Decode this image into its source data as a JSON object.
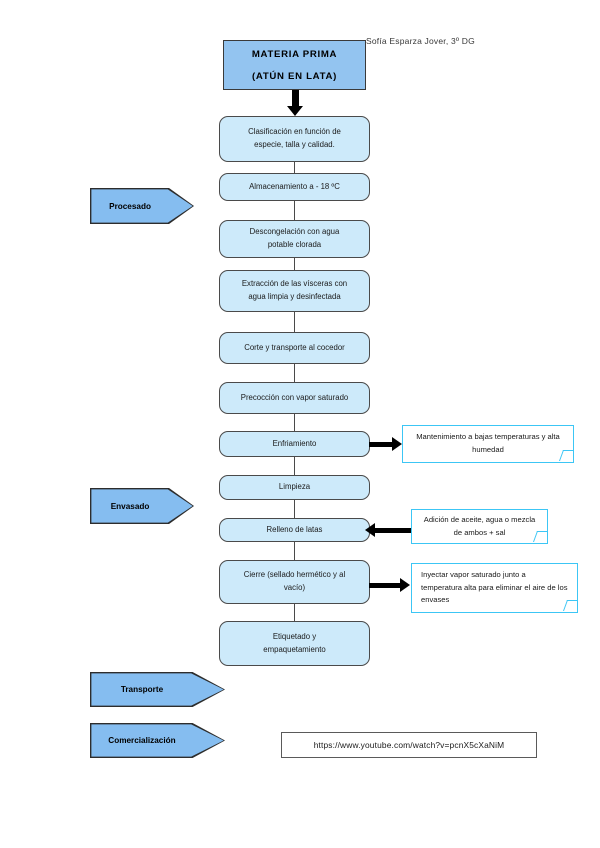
{
  "author": "Sofía Esparza Jover, 3º DG",
  "colors": {
    "header_fill": "#93c4f0",
    "process_fill": "#cdeafa",
    "chevron_fill": "#85bdf0",
    "note_border": "#3cc6f5",
    "outline": "#3a3a3a"
  },
  "header": {
    "line1": "MATERIA PRIMA",
    "line2": "(ATÚN EN LATA)"
  },
  "process_steps": [
    {
      "id": "clasificacion",
      "line1": "Clasificación en función de",
      "line2": "especie, talla y calidad."
    },
    {
      "id": "almacenamiento",
      "line1": "Almacenamiento a - 18 ºC",
      "line2": ""
    },
    {
      "id": "descongelacion",
      "line1": "Descongelación con agua",
      "line2": "potable clorada"
    },
    {
      "id": "extraccion",
      "line1": "Extracción de las vísceras con",
      "line2": "agua limpia y desinfectada"
    },
    {
      "id": "corte",
      "line1": "Corte y transporte al cocedor",
      "line2": ""
    },
    {
      "id": "precoccion",
      "line1": "Precocción con vapor saturado",
      "line2": ""
    },
    {
      "id": "enfriamiento",
      "line1": "Enfriamiento",
      "line2": ""
    },
    {
      "id": "limpieza",
      "line1": "Limpieza",
      "line2": ""
    },
    {
      "id": "relleno",
      "line1": "Relleno de latas",
      "line2": ""
    },
    {
      "id": "cierre",
      "line1": "Cierre (sellado hermético y al",
      "line2": "vacío)"
    },
    {
      "id": "etiquetado",
      "line1": "Etiquetado y",
      "line2": "empaquetamiento"
    }
  ],
  "notes": [
    {
      "id": "note-enfriamiento",
      "line1": "Mantenimiento a bajas",
      "line2": "temperaturas y alta humedad",
      "line3": "",
      "arrow_direction": "right"
    },
    {
      "id": "note-relleno",
      "line1": "Adición de aceite, agua o",
      "line2": "mezcla de ambos + sal",
      "line3": "",
      "arrow_direction": "left"
    },
    {
      "id": "note-cierre",
      "line1": "Inyectar vapor saturado junto",
      "line2": "a temperatura alta para",
      "line3": "eliminar el aire de los envases",
      "arrow_direction": "right"
    }
  ],
  "stage_labels": [
    {
      "id": "procesado",
      "label": "Procesado"
    },
    {
      "id": "envasado",
      "label": "Envasado"
    },
    {
      "id": "transporte",
      "label": "Transporte"
    },
    {
      "id": "comercializacion",
      "label": "Comercialización"
    }
  ],
  "url_box": {
    "url": "https://www.youtube.com/watch?v=pcnX5cXaNiM"
  }
}
